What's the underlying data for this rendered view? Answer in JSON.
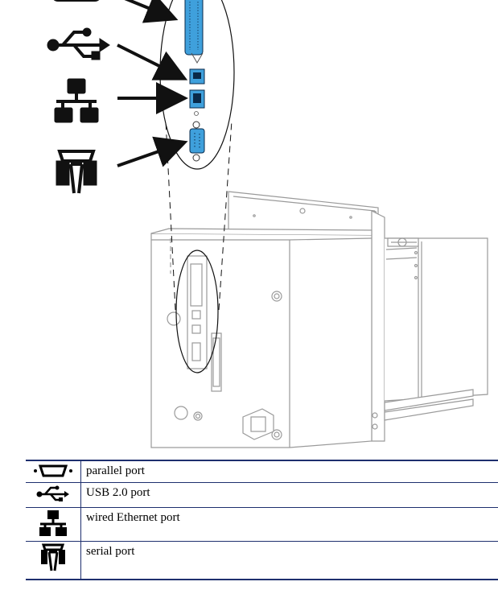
{
  "legend": {
    "rows": [
      {
        "icon": "parallel-port-icon",
        "label": "parallel port"
      },
      {
        "icon": "usb-icon",
        "label": "USB 2.0 port"
      },
      {
        "icon": "ethernet-network-icon",
        "label": "wired Ethernet port"
      },
      {
        "icon": "serial-port-icon",
        "label": "serial port"
      }
    ]
  },
  "colors": {
    "port_blue": "#3fa0dc",
    "rule_navy": "#1e2f6e",
    "printer_gray": "#9a9a9a"
  }
}
